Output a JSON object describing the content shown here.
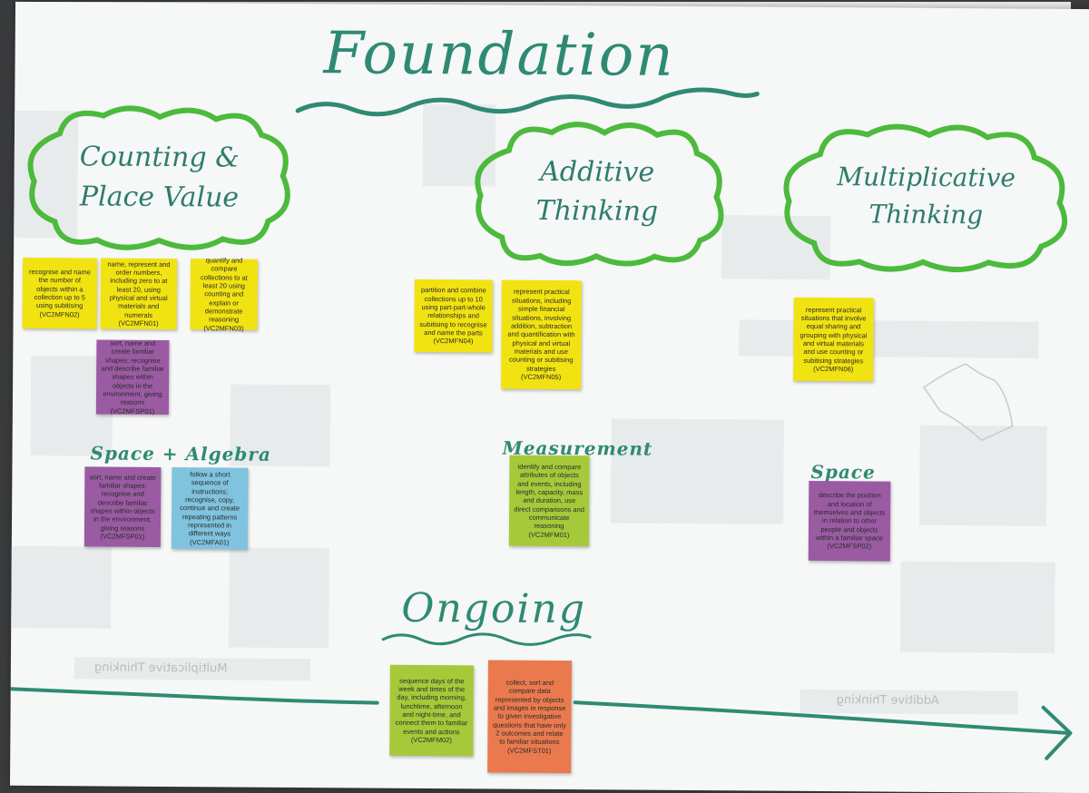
{
  "poster": {
    "title": "Foundation",
    "ongoing_heading": "Ongoing",
    "background_color": "#3a3b3d",
    "paper_color": "#f6f7f7",
    "ink_color": "#2f8a73",
    "cloud_color": "#4cba3c"
  },
  "clouds": [
    {
      "id": "counting",
      "label": "Counting &\nPlace Value"
    },
    {
      "id": "additive",
      "label": "Additive\nThinking"
    },
    {
      "id": "multiplicative",
      "label": "Multiplicative\nThinking"
    }
  ],
  "subheadings": {
    "space_algebra": "Space + Algebra",
    "measurement": "Measurement",
    "space": "Space"
  },
  "notes": {
    "n02": "recognise and name the number of objects within a collection up to 5 using subitising (VC2MFN02)",
    "n01": "name, represent and order numbers, including zero to at least 20, using physical and virtual materials and numerals (VC2MFN01)",
    "n03": "quantify and compare collections to at least 20 using counting and explain or demonstrate reasoning (VC2MFN03)",
    "sp01a": "sort, name and create familiar shapes; recognise and describe familiar shapes within objects in the environment, giving reasons (VC2MFSP01)",
    "n04": "partition and combine collections up to 10 using part-part-whole relationships and subitising to recognise and name the parts (VC2MFN04)",
    "n05": "represent practical situations, including simple financial situations, involving addition, subtraction and quantification with physical and virtual materials and use counting or subitising strategies (VC2MFN05)",
    "n06": "represent practical situations that involve equal sharing and grouping with physical and virtual materials and use counting or subitising strategies (VC2MFN06)",
    "sp01b": "sort, name and create familiar shapes; recognise and describe familiar shapes within objects in the environment, giving reasons (VC2MFSP01)",
    "a01": "follow a short sequence of instructions; recognise, copy, continue and create repeating patterns represented in different ways (VC2MFA01)",
    "m01": "identify and compare attributes of objects and events, including length, capacity, mass and duration, use direct comparisons and communicate reasoning (VC2MFM01)",
    "sp02": "describe the position and location of themselves and objects in relation to other people and objects within a familiar space (VC2MFSP02)",
    "m02": "sequence days of the week and times of the day, including morning, lunchtime, afternoon and night-time, and connect them to familiar events and actions (VC2MFM02)",
    "st01": "collect, sort and compare data represented by objects and images in response to given investigative questions that have only 2 outcomes and relate to familiar situations (VC2MFST01)"
  },
  "ghost_text": {
    "back_left": "Multiplicative Thinking",
    "back_right": "Additive Thinking"
  }
}
